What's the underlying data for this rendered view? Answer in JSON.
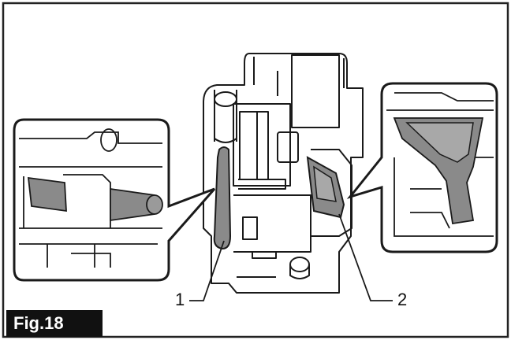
{
  "figure": {
    "label": "Fig.18",
    "callouts": [
      {
        "id": "1",
        "text": "1"
      },
      {
        "id": "2",
        "text": "2"
      }
    ]
  },
  "colors": {
    "line": "#1a1a1a",
    "shade": "#8a8a8a",
    "frame": "#222222",
    "label_bg": "#111111",
    "label_fg": "#ffffff"
  }
}
